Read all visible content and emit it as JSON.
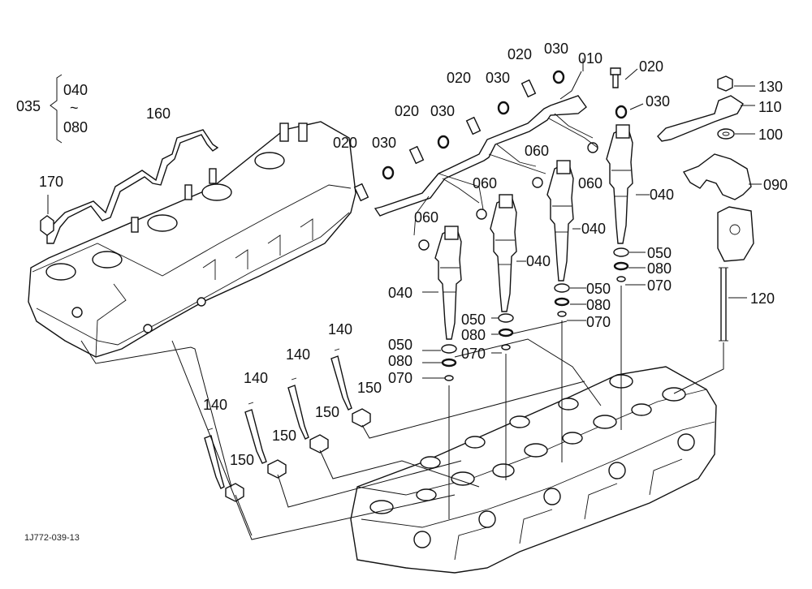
{
  "drawing_code": "1J772-039-13",
  "labels": {
    "l010": "010",
    "l020": "020",
    "l030": "030",
    "l035": "035",
    "l040": "040",
    "l050": "050",
    "l060": "060",
    "l070": "070",
    "l080": "080",
    "l090": "090",
    "l100": "100",
    "l110": "110",
    "l120": "120",
    "l130": "130",
    "l140": "140",
    "l150": "150",
    "l160": "160",
    "l170": "170",
    "tilde": "~"
  }
}
